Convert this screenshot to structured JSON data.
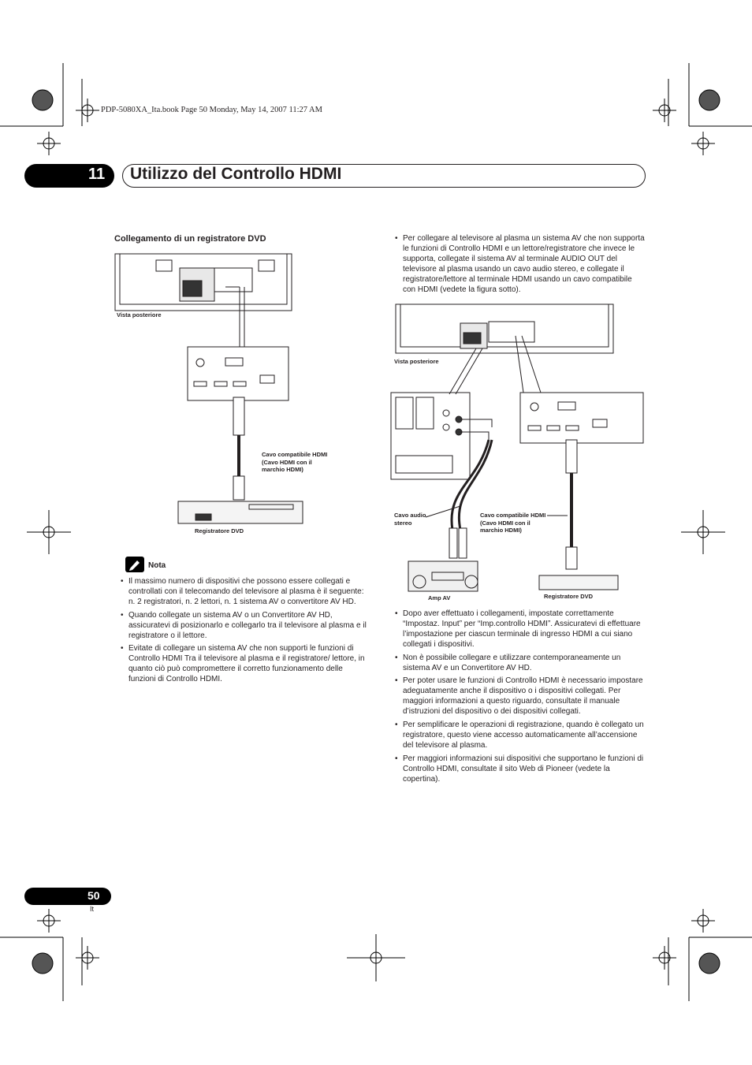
{
  "header": {
    "filename": "PDP-5080XA_Ita.book  Page 50  Monday, May 14, 2007  11:27 AM",
    "chapter_number": "11",
    "chapter_title": "Utilizzo del Controllo HDMI"
  },
  "left": {
    "heading": "Collegamento di un registratore DVD",
    "diagram": {
      "rear_view": "Vista posteriore",
      "cable": [
        "Cavo compatibile HDMI",
        "(Cavo HDMI con il",
        "marchio HDMI)"
      ],
      "recorder": "Registratore DVD"
    },
    "note_title": "Nota",
    "notes": [
      "Il massimo numero di dispositivi che possono essere collegati e controllati con il telecomando del televisore al plasma è il seguente: n. 2 registratori, n. 2 lettori, n. 1 sistema AV o convertitore AV HD.",
      "Quando collegate un sistema AV o un Convertitore AV HD, assicuratevi di posizionarlo e collegarlo tra il televisore al plasma e il registratore o il lettore.",
      "Evitate di collegare un sistema AV che non supporti le funzioni di Controllo HDMI Tra il televisore al plasma e il registratore/ lettore, in quanto ciò può compromettere il corretto funzionamento delle funzioni di Controllo HDMI."
    ]
  },
  "right": {
    "intro": "Per collegare al televisore al plasma un sistema AV che non supporta le funzioni di Controllo HDMI e un lettore/registratore che invece le supporta, collegate il sistema AV al terminale AUDIO OUT del televisore al plasma usando un cavo audio stereo, e collegate il registratore/lettore al terminale HDMI usando un cavo compatibile con HDMI (vedete la figura sotto).",
    "diagram": {
      "rear_view": "Vista posteriore",
      "audio_cable": [
        "Cavo audio",
        "stereo"
      ],
      "hdmi_cable": [
        "Cavo compatibile HDMI",
        "(Cavo HDMI con il",
        "marchio HDMI)"
      ],
      "amp": "Amp AV",
      "recorder": "Registratore DVD"
    },
    "bullets": [
      "Dopo aver effettuato i collegamenti, impostate correttamente “Impostaz. Input” per “Imp.controllo HDMI”. Assicuratevi di effettuare l’impostazione per ciascun terminale di ingresso HDMI a cui siano collegati i dispositivi.",
      "Non è possibile collegare e utilizzare contemporaneamente un sistema AV e un Convertitore AV HD.",
      "Per poter usare le funzioni di Controllo HDMI è necessario impostare adeguatamente anche il dispositivo o i dispositivi collegati. Per maggiori informazioni a questo riguardo, consultate il manuale d’istruzioni del dispositivo o dei dispositivi collegati.",
      "Per semplificare le operazioni di registrazione, quando è collegato un registratore, questo viene accesso automaticamente all’accensione del televisore al plasma.",
      "Per maggiori informazioni sui dispositivi che supportano le funzioni di Controllo HDMI, consultate il sito Web di Pioneer (vedete la copertina)."
    ]
  },
  "footer": {
    "page_number": "50",
    "language": "It"
  }
}
